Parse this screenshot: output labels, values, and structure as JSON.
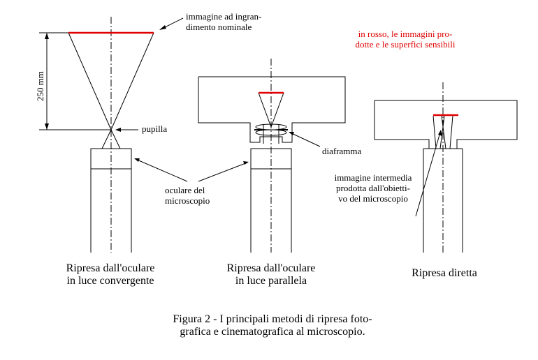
{
  "labels": {
    "nominal_image_line1": "immagine ad ingran-",
    "nominal_image_line2": "dimento nominale",
    "red_note_line1": "in rosso, le immagini pro-",
    "red_note_line2": "dotte e le superfici sensibili",
    "distance": "250 mm",
    "pupil": "pupilla",
    "diaphragm": "diaframma",
    "eyepiece_line1": "oculare del",
    "eyepiece_line2": "microscopio",
    "intermediate_line1": "immagine intermedia",
    "intermediate_line2": "prodotta dall'obietti-",
    "intermediate_line3": "vo del microscopio"
  },
  "methods": {
    "convergent_line1": "Ripresa dall'oculare",
    "convergent_line2": "in luce convergente",
    "parallel_line1": "Ripresa dall'oculare",
    "parallel_line2": "in luce parallela",
    "direct": "Ripresa diretta"
  },
  "caption": {
    "line1": "Figura 2 - I principali metodi di ripresa foto-",
    "line2": "grafica e cinematografica al microscopio."
  },
  "colors": {
    "sensitive_surface": "#e00000",
    "line": "#000000"
  }
}
